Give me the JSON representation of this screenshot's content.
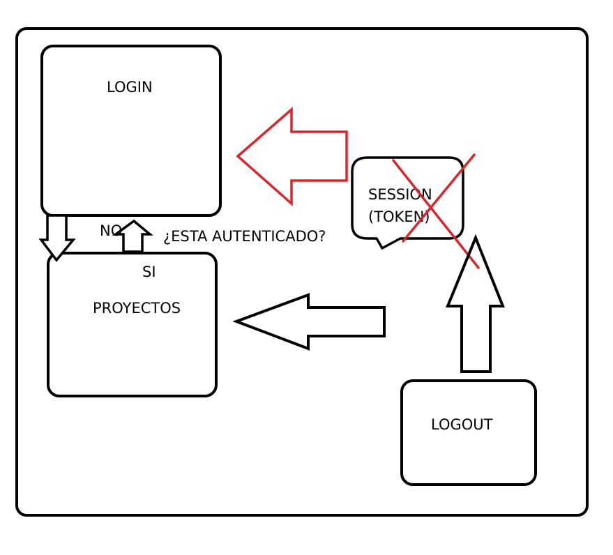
{
  "diagram": {
    "login": "LOGIN",
    "proyectos": "PROYECTOS",
    "logout": "LOGOUT",
    "session_line1": "SESSION",
    "session_line2": "(TOKEN)",
    "question": "¿ESTA AUTENTICADO?",
    "no_label": "NO",
    "si_label": "SI"
  },
  "colors": {
    "stroke": "#000000",
    "accent": "#d8262c",
    "background": "#ffffff"
  }
}
